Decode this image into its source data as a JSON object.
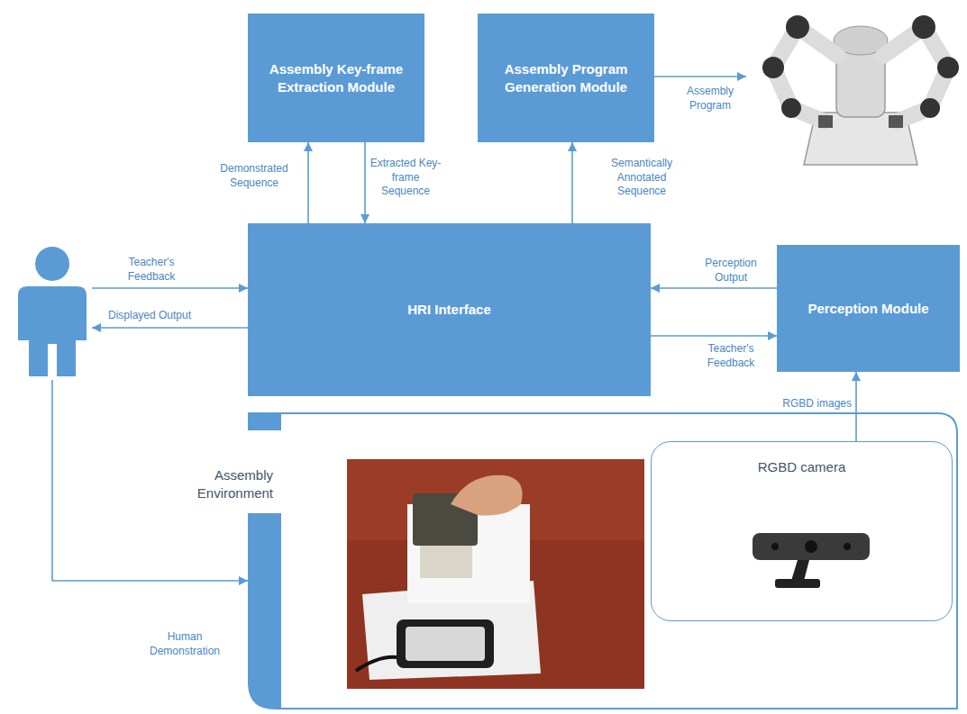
{
  "diagram": {
    "nodes": [
      {
        "text": [
          "Assembly Key-frame Extraction Module"
        ]
      },
      {
        "text": [
          "Assembly Program Generation Module"
        ]
      },
      {
        "text": [
          "HRI Interface"
        ]
      },
      {
        "text": [
          "Perception Module"
        ]
      },
      {
        "text": [
          "Assembly Environment"
        ]
      },
      {
        "text": [
          "RGBD camera"
        ],
        "in": 4
      }
    ],
    "edges": [
      {
        "from": 2,
        "to": 0,
        "label": "Demonstrated Sequence",
        "arrow": "to"
      },
      {
        "from": 0,
        "to": 2,
        "label": "Extracted Key-frame Sequence",
        "arrow": "to"
      },
      {
        "from": 2,
        "to": 1,
        "label": "Semantically Annotated Sequence",
        "arrow": "to"
      },
      {
        "from": 3,
        "to": 2,
        "label": "Perception Output",
        "arrow": "to"
      },
      {
        "from": 2,
        "to": 3,
        "label": "Teacher's Feedback",
        "arrow": "to"
      },
      {
        "from": 5,
        "to": 3,
        "label": "RGBD images",
        "arrow": "to"
      }
    ],
    "labels": [
      "Assembly Program",
      "Teacher's Feedback",
      "Displayed Output",
      "Human Demonstration"
    ]
  }
}
